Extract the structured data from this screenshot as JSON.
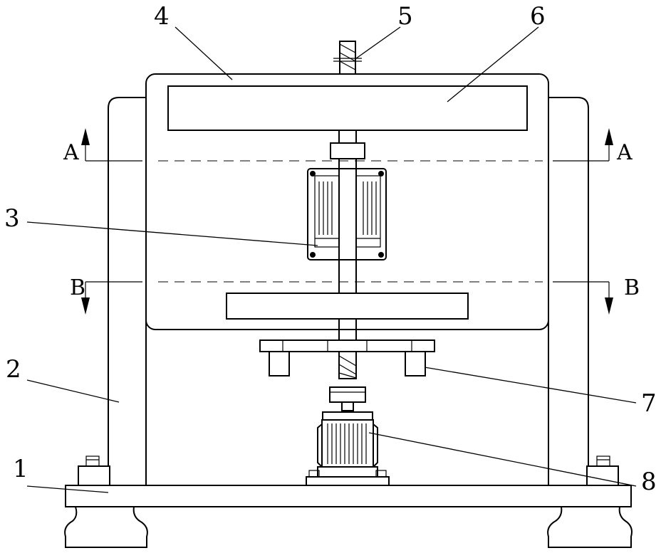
{
  "callouts": {
    "c1": "1",
    "c2": "2",
    "c3": "3",
    "c4": "4",
    "c5": "5",
    "c6": "6",
    "c7": "7",
    "c8": "8"
  },
  "sections": {
    "a_left": "A",
    "a_right": "A",
    "b_left": "B",
    "b_right": "B"
  }
}
